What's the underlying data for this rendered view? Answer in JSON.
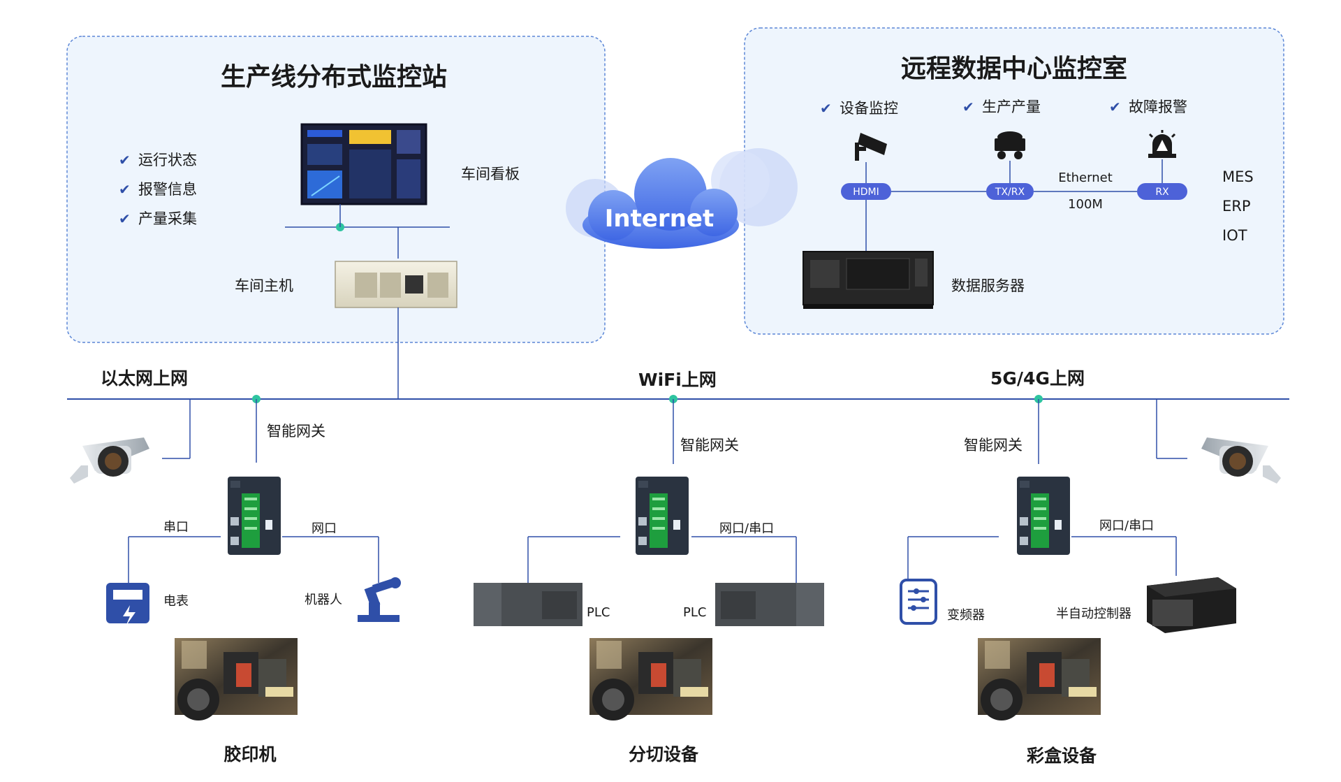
{
  "local_station": {
    "title": "生产线分布式监控站",
    "checklist": [
      "运行状态",
      "报警信息",
      "产量采集"
    ],
    "board_label": "车间看板",
    "host_label": "车间主机"
  },
  "remote_center": {
    "title": "远程数据中心监控室",
    "checklist": [
      "设备监控",
      "生产产量",
      "故障报警"
    ],
    "ports": [
      "HDMI",
      "TX/RX",
      "RX"
    ],
    "link_top": "Ethernet",
    "link_bottom": "100M",
    "systems": [
      "MES",
      "ERP",
      "IOT"
    ],
    "server_label": "数据服务器"
  },
  "cloud": {
    "label": "Internet"
  },
  "network": {
    "ethernet": "以太网上网",
    "wifi": "WiFi上网",
    "cellular": "5G/4G上网"
  },
  "gateway_label": "智能网关",
  "groups": [
    {
      "left_port": "串口",
      "right_port": "网口",
      "left_device": "电表",
      "right_device": "机器人",
      "machine": "胶印机"
    },
    {
      "right_port": "网口/串口",
      "left_device": "PLC",
      "right_device": "PLC",
      "machine": "分切设备"
    },
    {
      "right_port": "网口/串口",
      "left_device": "变频器",
      "right_device": "半自动控制器",
      "machine": "彩盒设备"
    }
  ],
  "colors": {
    "line": "#2f4fa8",
    "node": "#2ec4a0",
    "box_fill": "#eef5fd",
    "box_border": "#5b86d6",
    "pill": "#4d62d8"
  }
}
